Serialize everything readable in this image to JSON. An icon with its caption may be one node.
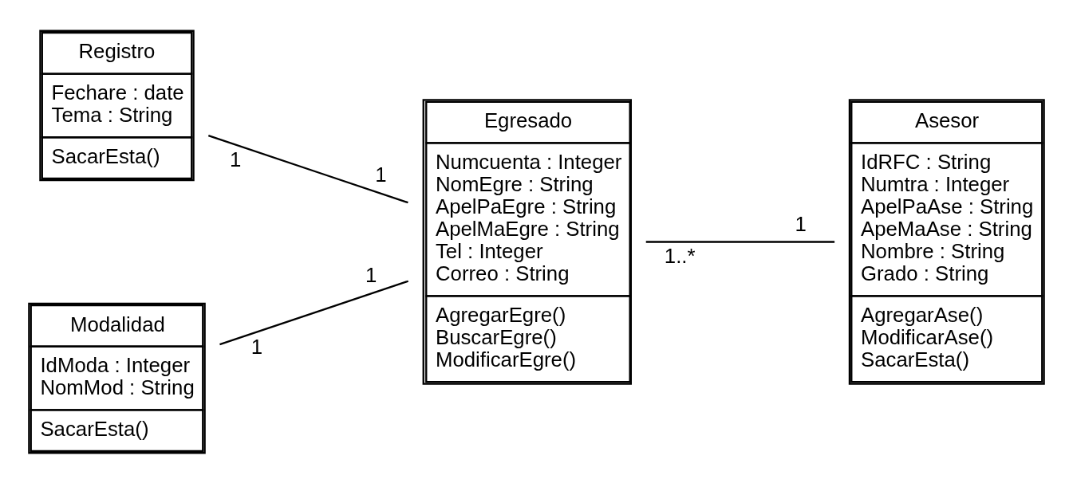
{
  "diagram": {
    "nodes": [
      {
        "text": [
          "Registro",
          "Fechare : date",
          "Tema : String",
          "SacarEsta()"
        ]
      },
      {
        "text": [
          "Egresado",
          "Numcuenta : Integer",
          "NomEgre : String",
          "ApelPaEgre : String",
          "ApelMaEgre : String",
          "Tel : Integer",
          "Correo : String",
          "AgregarEgre()",
          "BuscarEgre()",
          "ModificarEgre()"
        ]
      },
      {
        "text": [
          "Asesor",
          "IdRFC : String",
          "Numtra : Integer",
          "ApelPaAse : String",
          "ApeMaAse : String",
          "Nombre : String",
          "Grado : String",
          "AgregarAse()",
          "ModificarAse()",
          "SacarEsta()"
        ]
      },
      {
        "text": [
          "Modalidad",
          "IdModa : Integer",
          "NomMod : String",
          "SacarEsta()"
        ]
      }
    ],
    "edges": [
      {
        "from": 0,
        "to": 1,
        "arrow": "none"
      },
      {
        "from": 1,
        "to": 2,
        "arrow": "none"
      },
      {
        "from": 3,
        "to": 1,
        "arrow": "none"
      }
    ],
    "labels": [
      "1",
      "1",
      "1..*",
      "1",
      "1",
      "1"
    ]
  }
}
